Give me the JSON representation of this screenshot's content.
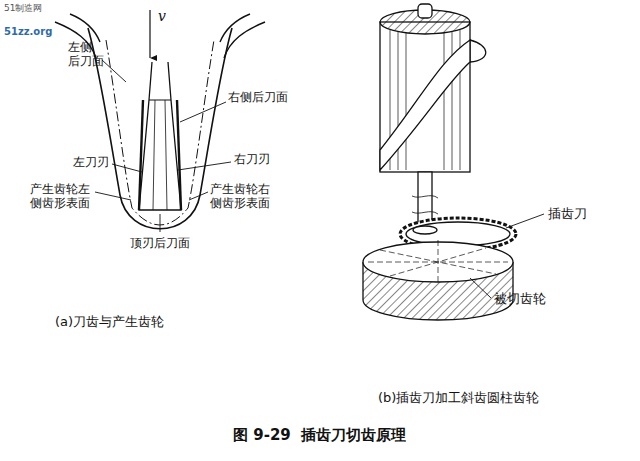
{
  "diagram": {
    "caption": "图 9-29  插齿刀切齿原理",
    "labels": [
      "51制造网",
      "51zz.org",
      "v",
      "左侧 后刀面",
      "右侧后刀面",
      "左刀刃",
      "右刀刃",
      "产生齿轮左 侧齿形表面",
      "产生齿轮右 侧齿形表面",
      "顶刃后刀面",
      "(a)刀齿与产生齿轮",
      "插齿刀",
      "被切齿轮",
      "(b)插齿刀加工斜齿圆柱齿轮"
    ]
  }
}
